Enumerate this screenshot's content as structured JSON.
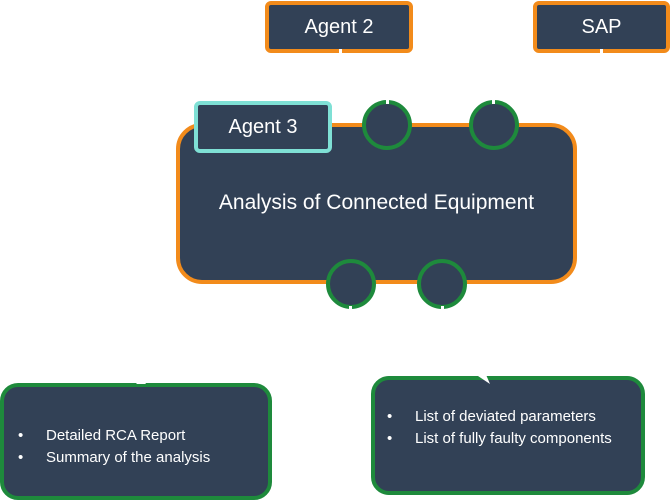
{
  "nodes": {
    "agent2": "Agent 2",
    "sap": "SAP",
    "agent3": "Agent 3",
    "main": "Analysis of Connected Equipment"
  },
  "outputs": {
    "left": [
      "Detailed RCA Report",
      "Summary of the analysis"
    ],
    "right": [
      "List of deviated parameters",
      "List of fully faulty components"
    ]
  },
  "colors": {
    "box_fill": "#324156",
    "orange_border": "#F28B1B",
    "green_border": "#1E8A3C",
    "teal_border": "#7FE0D5"
  }
}
